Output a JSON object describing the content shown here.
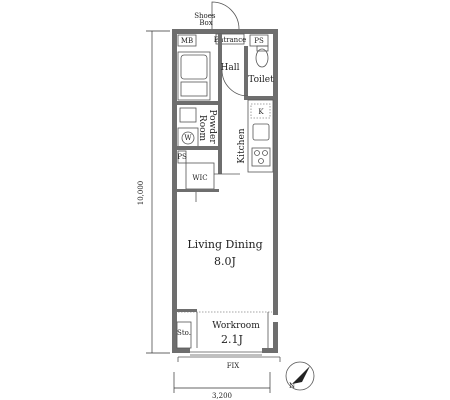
{
  "rooms": {
    "shoes_box": "Shoes\nBox",
    "mb": "MB",
    "entrance": "Entrance",
    "ps": "PS",
    "hall": "Hall",
    "toilet": "Toilet",
    "powder_room": "Powder\nRoom",
    "kitchen": "Kitchen",
    "k": "K",
    "wic": "WIC",
    "ps_left": "PS",
    "w": "W",
    "living_dining": "Living Dining",
    "living_dining_size": "8.0J",
    "workroom": "Workroom",
    "workroom_size": "2.1J",
    "sto": "Sto.",
    "fix": "FIX"
  },
  "dimensions": {
    "height": "10,000",
    "width": "3,200"
  },
  "compass": {
    "label": "N"
  }
}
